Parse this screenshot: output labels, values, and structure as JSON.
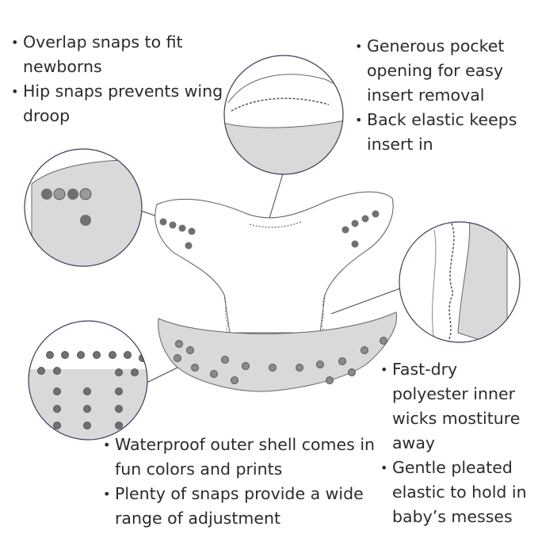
{
  "callouts": {
    "top_left": [
      "Overlap snaps to fit newborns",
      "Hip snaps prevents wing droop"
    ],
    "top_right": [
      "Generous pocket opening for easy insert removal",
      "Back elastic keeps insert in"
    ],
    "mid_right": [
      "Fast-dry polyester inner wicks mostiture away",
      "Gentle pleated elastic to hold in baby’s messes"
    ],
    "bottom": [
      "Waterproof outer shell comes in fun colors and prints",
      "Plenty of snaps provide a wide range of adjustment"
    ]
  },
  "colors": {
    "outline": "#555555",
    "circle_border": "#3c3c5a",
    "shell_fill": "#d9d9d9",
    "snap": "#707070",
    "text": "#2b2b2b"
  }
}
